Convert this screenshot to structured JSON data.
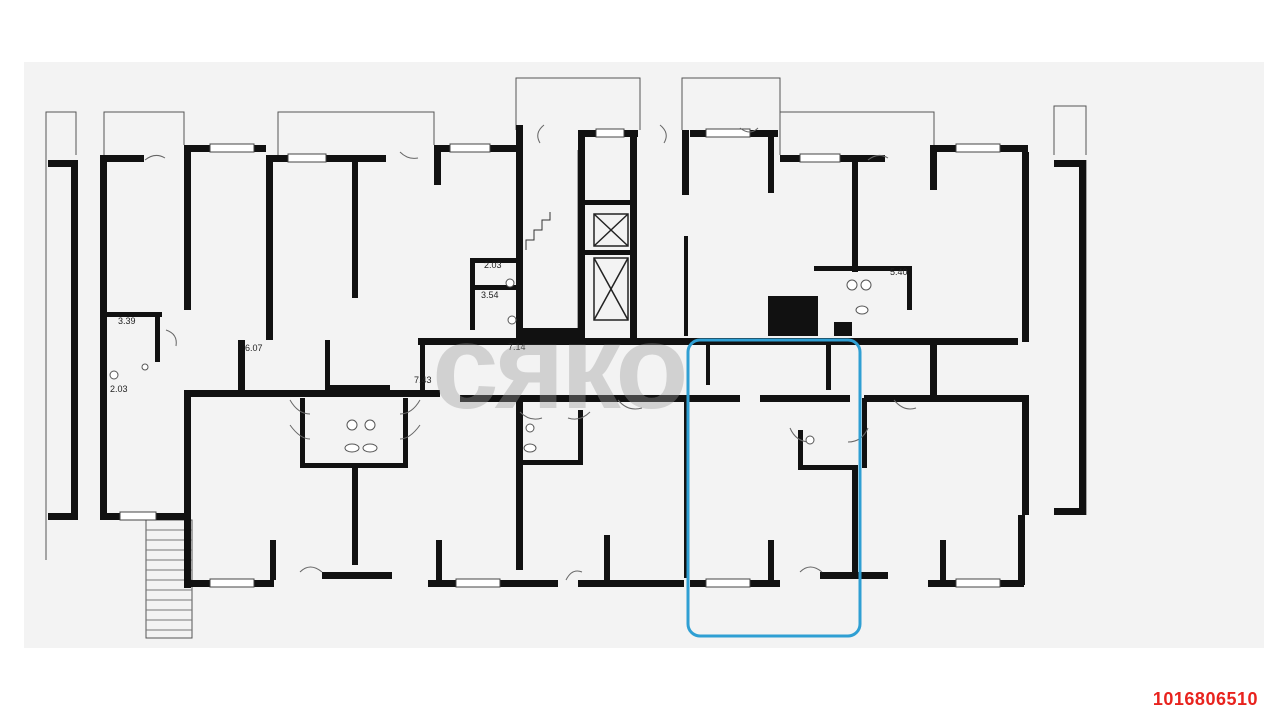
{
  "plan": {
    "room_labels": [
      {
        "id": "r1",
        "text": "3.39"
      },
      {
        "id": "r2",
        "text": "2.03"
      },
      {
        "id": "r3",
        "text": "6.07"
      },
      {
        "id": "r4",
        "text": "7.43"
      },
      {
        "id": "r5",
        "text": "7.14"
      },
      {
        "id": "r6",
        "text": "2.03"
      },
      {
        "id": "r7",
        "text": "3.54"
      },
      {
        "id": "r8",
        "text": "5.40"
      }
    ],
    "watermark_text": "сяко"
  },
  "listing_id": "1016806510",
  "colors": {
    "background": "#f3f3f3",
    "wall": "#111111",
    "thin_line": "#555555",
    "highlight": "#2f9fd3",
    "id_red": "#e8231e"
  }
}
